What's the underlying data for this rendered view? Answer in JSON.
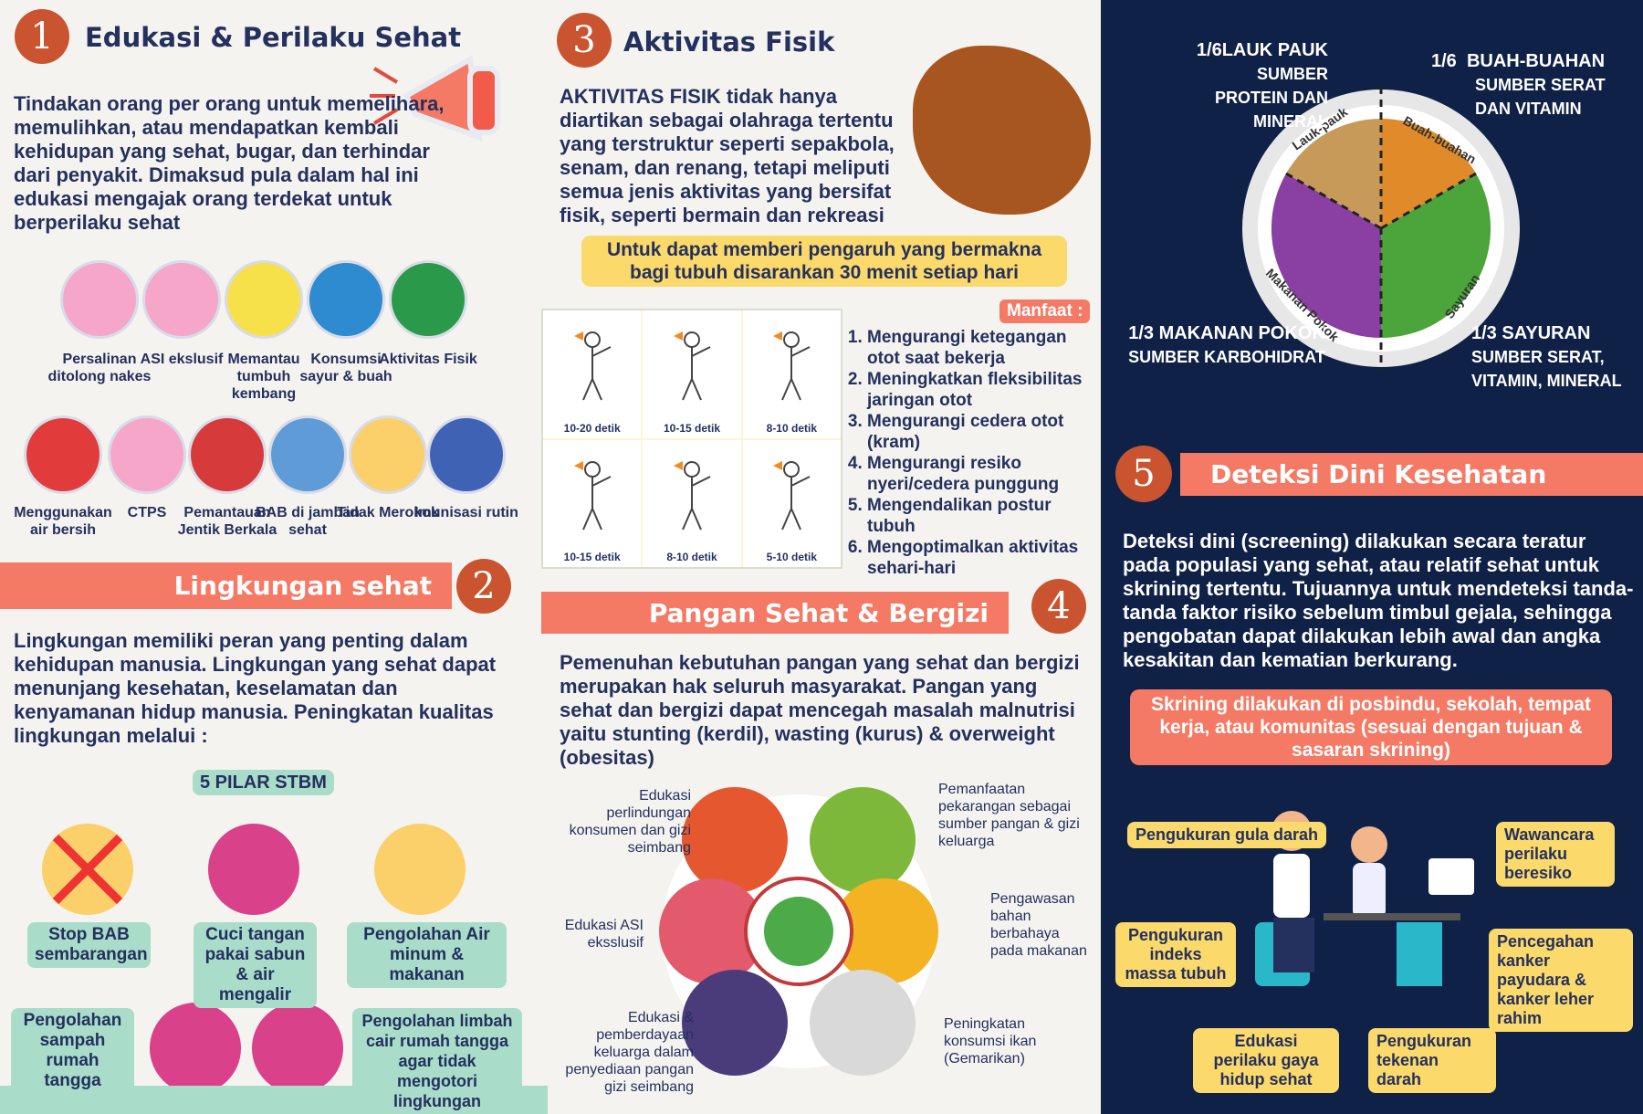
{
  "s1": {
    "num": "1",
    "title": "Edukasi & Perilaku Sehat",
    "body": "Tindakan orang per orang untuk memelihara, memulihkan, atau mendapatkan kembali kehidupan yang sehat, bugar, dan terhindar dari penyakit. Dimaksud pula dalam hal ini edukasi mengajak orang terdekat untuk berperilaku sehat",
    "row1": [
      "Persalinan ditolong nakes",
      "ASI ekslusif",
      "Memantau tumbuh kembang",
      "Konsumsi sayur & buah",
      "Aktivitas Fisik"
    ],
    "row2": [
      "Menggunakan air bersih",
      "CTPS",
      "Pemantauan Jentik Berkala",
      "BAB di jamban sehat",
      "Tidak Merokok",
      "Imunisasi rutin"
    ]
  },
  "s2": {
    "num": "2",
    "title": "Lingkungan sehat",
    "body": "Lingkungan memiliki peran yang penting dalam kehidupan manusia. Lingkungan yang sehat dapat menunjang kesehatan, keselamatan dan kenyamanan hidup manusia. Peningkatan kualitas lingkungan melalui :",
    "pilar": "5 PILAR STBM",
    "items": [
      "Stop BAB sembarangan",
      "Cuci tangan pakai sabun & air mengalir",
      "Pengolahan Air minum & makanan",
      "Pengolahan sampah rumah tangga",
      "Pengolahan limbah cair rumah tangga agar tidak mengotori lingkungan"
    ]
  },
  "s3": {
    "num": "3",
    "title": "Aktivitas Fisik",
    "body": "AKTIVITAS FISIK tidak hanya diartikan sebagai olahraga tertentu yang terstruktur seperti sepakbola, senam, dan renang, tetapi meliputi semua jenis aktivitas yang bersifat fisik, seperti bermain dan rekreasi",
    "highlight": "Untuk dapat memberi pengaruh yang bermakna bagi tubuh disarankan 30 menit setiap hari",
    "stretch": [
      "10-20 detik",
      "10-15 detik",
      "8-10 detik",
      "10-15 detik",
      "8-10 detik",
      "5-10 detik"
    ],
    "manfaat_label": "Manfaat :",
    "manfaat": [
      "Mengurangi ketegangan otot saat bekerja",
      "Meningkatkan fleksibilitas jaringan otot",
      "Mengurangi cedera otot (kram)",
      "Mengurangi resiko nyeri/cedera punggung",
      "Mengendalikan postur tubuh",
      "Mengoptimalkan aktivitas sehari-hari"
    ]
  },
  "s4": {
    "num": "4",
    "title": "Pangan Sehat & Bergizi",
    "body": "Pemenuhan kebutuhan pangan yang sehat dan bergizi merupakan hak seluruh masyarakat. Pangan yang sehat dan bergizi dapat mencegah masalah malnutrisi yaitu stunting (kerdil), wasting (kurus) & overweight (obesitas)",
    "items": [
      "Edukasi perlindungan konsumen dan gizi seimbang",
      "Pemanfaatan pekarangan sebagai sumber pangan & gizi keluarga",
      "Edukasi ASI eksslusif",
      "Pengawasan bahan berbahaya pada makanan",
      "Edukasi & pemberdayaan keluarga dalam penyediaan pangan gizi seimbang",
      "Peningkatan konsumsi ikan (Gemarikan)"
    ]
  },
  "plate": {
    "tl": {
      "frac": "1/6",
      "name": "LAUK PAUK",
      "desc": "SUMBER PROTEIN DAN MINERAL"
    },
    "tr": {
      "frac": "1/6",
      "name": "BUAH-BUAHAN",
      "desc": "SUMBER SERAT DAN VITAMIN"
    },
    "bl": {
      "frac": "1/3",
      "name": "MAKANAN POKOK",
      "desc": "SUMBER KARBOHIDRAT"
    },
    "br": {
      "frac": "1/3",
      "name": "SAYURAN",
      "desc": "SUMBER SERAT, VITAMIN, MINERAL"
    },
    "ring": [
      "Lauk-pauk",
      "Buah-buahan",
      "Makanan Pokok",
      "Sayuran"
    ]
  },
  "s5": {
    "num": "5",
    "title": "Deteksi Dini Kesehatan",
    "body": "Deteksi dini (screening) dilakukan secara teratur pada populasi yang sehat, atau relatif sehat untuk skrining tertentu. Tujuannya untuk mendeteksi tanda-tanda faktor risiko sebelum timbul gejala, sehingga pengobatan dapat dilakukan lebih awal dan angka kesakitan dan kematian berkurang.",
    "highlight": "Skrining dilakukan di posbindu, sekolah, tempat kerja, atau komunitas (sesuai dengan tujuan & sasaran skrining)",
    "items": [
      "Pengukuran gula darah",
      "Wawancara perilaku beresiko",
      "Pengukuran indeks massa tubuh",
      "Pencegahan kanker payudara & kanker leher rahim",
      "Edukasi perilaku gaya hidup sehat",
      "Pengukuran tekenan darah"
    ]
  },
  "colors": {
    "navy": "#102148",
    "coral": "#f47a65",
    "rust": "#c9542f",
    "text": "#24305e",
    "yellow": "#fbd96a",
    "mint": "#a9dcc9"
  }
}
